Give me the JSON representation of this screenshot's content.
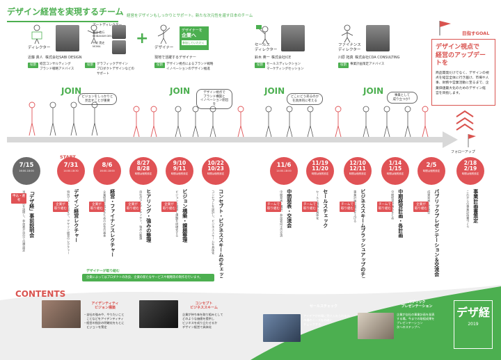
{
  "header": {
    "title": "デザイン経営を実現するチーム",
    "subtitle": "経営をデザインもしっかりとサポート。新たな次元性を還す日本のチーム"
  },
  "team": {
    "director": {
      "role": "ディレクター",
      "members": [
        "近藤 貴人",
        "株式会社SABI DESIGN"
      ],
      "tag": "役割",
      "desc": [
        "経営コンサルティング",
        "ブランド戦略アドバイス"
      ]
    },
    "art_directors": {
      "role": "アートディレクター",
      "names": [
        "林田 貴行",
        "MOBAHAM DESIGN",
        "中村 貴史",
        "MOMA"
      ],
      "tag": "役割",
      "desc": [
        "グラフィックデザイン",
        "プロダクトデザインなどの",
        "サポート"
      ]
    },
    "designer": {
      "role": "デザイナー",
      "box": [
        "デザイナーを",
        "企業へ",
        "参加していただく"
      ],
      "members": [
        "現地で活躍するデザイナー"
      ],
      "tag": "役割",
      "desc": [
        "デザイン視点によるブランド戦略",
        "イノベーションのデザイン推進"
      ]
    },
    "sales": {
      "role": [
        "セールス",
        "ディレクター"
      ],
      "members": [
        "鈴木 英一",
        "株式会社ICE"
      ],
      "tag": "役割",
      "desc": [
        "セールスディレクション",
        "マーケティングセッション"
      ]
    },
    "finance": {
      "role": [
        "ファイナンス",
        "ディレクター"
      ],
      "members": [
        "川原 拓真",
        "株式会社CDA CONSULTING"
      ],
      "tag": "役割",
      "desc": [
        "事業計画策定アドバイス"
      ]
    }
  },
  "goal": {
    "label": "目指すGOAL",
    "headline": [
      "デザイン視点で",
      "経営のアップデートを"
    ],
    "desc": [
      "商品開発だけでなく、デザインの視",
      "点を経営全体に行き届け、市場や人",
      "事、財務や営業活動に至るまで、企",
      "業価値最大化のためのデザイン経",
      "営を目指します。"
    ]
  },
  "joins": [
    {
      "label": "JOIN",
      "bubble": [
        "ビジョンをしっかりと",
        "見出すことが重要"
      ]
    },
    {
      "label": "JOIN",
      "bubble": [
        "デザイン視点で",
        "ブランド構築と",
        "イノベーション創出を"
      ]
    },
    {
      "label": "JOIN",
      "bubble": [
        "どこにどう売るのか",
        "を具体的に考える"
      ]
    },
    {
      "label": "JOIN",
      "bubble": [
        "事業として",
        "成り立つか？"
      ]
    }
  ],
  "timeline": {
    "start_label": "START",
    "followup_label": "フォローアップ",
    "events": [
      {
        "date": [
          "7/15"
        ],
        "time": "16:00-18:00",
        "gray": true,
        "title": "「デザ経」事前説明会",
        "sub": "当日の流れを説明し、参加者が自分で目標設定"
      },
      {
        "date": [
          "7/31"
        ],
        "time": "14:00-18:30",
        "gray": false,
        "title": "デザイン経営レクチャー",
        "sub": "特別ゲストを迎えて、デザイン経営のレクチャー"
      },
      {
        "date": [
          "8/6"
        ],
        "time": "16:00-18:00",
        "gray": false,
        "title": "経営・ファイナンスレクチャー",
        "sub": "企業経営を進めるためのお金の基本"
      },
      {
        "date": [
          "8/27",
          "8/28"
        ],
        "time": "時間は個別設定",
        "gray": false,
        "title": "ヒアリング・強みの整理",
        "sub": "自社のアイデンティティ、強みの整理"
      },
      {
        "date": [
          "9/10",
          "9/11"
        ],
        "time": "時間は個別設定",
        "gray": false,
        "title": "ビジョン構築・課題整理",
        "sub": "ビジョンを整理し課題を明確化する"
      },
      {
        "date": [
          "10/22",
          "10/23"
        ],
        "time": "時間は個別設定",
        "gray": false,
        "title": "コンセプト・ビジネススキームのチェック",
        "sub": "コンセプトを設計し、ビジネススキームを具体化"
      },
      {
        "date": [
          "11/6"
        ],
        "time": "14:00-18:00",
        "gray": false,
        "title": "中間発表・交流会",
        "sub": "中間発表・講評、参加者同士の交流"
      },
      {
        "date": [
          "11/19",
          "11/20"
        ],
        "time": "時間は個別設定",
        "gray": false,
        "title": "セールスチェック",
        "sub": "セールス戦略の具体化"
      },
      {
        "date": [
          "12/10",
          "12/11"
        ],
        "time": "時間は個別設定",
        "gray": false,
        "title": "ビジネススキームブラッシュアップのチェック",
        "sub": "事業計画の精度を上げる"
      },
      {
        "date": [
          "1/14",
          "1/15"
        ],
        "time": "時間は個別設定",
        "gray": false,
        "title": "中期経営計画・各計画",
        "sub": "中期経営計画のまとめ"
      },
      {
        "date": [
          "2/5"
        ],
        "time": "時間は個別設定",
        "gray": false,
        "title": "パブリックプレゼンテーション＆交流会",
        "sub": "成果発表と交流会"
      },
      {
        "date": [
          "2/18",
          "2/19"
        ],
        "time": "時間は個別設定",
        "gray": false,
        "title": "事業計画書策定",
        "sub": "これからの事業計画書づくり"
      }
    ],
    "tags": {
      "application": "申込・選考",
      "action": [
        "企業が",
        "取り組む"
      ],
      "team": [
        "チームで",
        "取り組む"
      ]
    },
    "design_note": "デザイナーが取り組む",
    "green_band": "企業によってはプロダクトの改良、企業の新たなサービスや戦略等の制作を行います。"
  },
  "contents": {
    "title": "CONTENTS",
    "items": [
      {
        "label": [
          "アイデンティティ",
          "ビジョン構築"
        ],
        "desc": [
          "・自社の強みや、やりたいこと",
          "　ことなどをアイデンティティ",
          "・経営の指針の明確化をもとに",
          "　ビジョンを策定"
        ]
      },
      {
        "label": [
          "コンセプト",
          "ビジネススキーム"
        ],
        "desc": [
          "企業が持ち味を取り組みとして",
          "どのような価値を提供し",
          "ビジネスを成り立たせるか",
          "デザイン経営で具体化"
        ]
      },
      {
        "label": [
          "セールスチェック"
        ],
        "desc": [
          "アイデアが市場に受け入れられるか",
          "市場のニーズを的確に",
          "チェックする"
        ]
      },
      {
        "label": [
          "パブリック",
          "プレゼンテーション"
        ],
        "desc": [
          "企業が自社の事業計画を発表",
          "する場。今までの取組成果を",
          "プレゼンテーション",
          "次へのステップへ"
        ]
      }
    ]
  },
  "logo": {
    "text": "デザ経",
    "sub": "2019"
  }
}
